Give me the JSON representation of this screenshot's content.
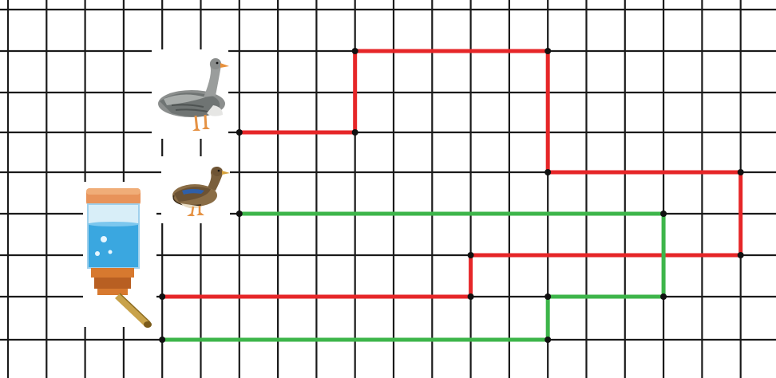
{
  "diagram": {
    "background_color": "#ffffff",
    "grid_color": "#1a1a1a",
    "route_colors": {
      "red": "#e62628",
      "green": "#3db54a"
    },
    "animals": [
      {
        "name": "goose",
        "icon": "goose-icon",
        "row": 3
      },
      {
        "name": "duck",
        "icon": "duck-icon",
        "row": 5
      }
    ],
    "feeder": {
      "icon": "water-bottle-icon"
    },
    "routes": [
      {
        "id": "goose-route",
        "color": "red",
        "points": [
          [
            6,
            3
          ],
          [
            9,
            3
          ],
          [
            9,
            1
          ],
          [
            14,
            1
          ],
          [
            14,
            4
          ],
          [
            19,
            4
          ],
          [
            19,
            6
          ],
          [
            12,
            6
          ],
          [
            12,
            7
          ],
          [
            4,
            7
          ]
        ]
      },
      {
        "id": "duck-route",
        "color": "green",
        "points": [
          [
            6,
            5
          ],
          [
            17,
            5
          ],
          [
            17,
            7
          ],
          [
            14,
            7
          ],
          [
            14,
            8
          ],
          [
            4,
            8
          ]
        ]
      }
    ]
  }
}
